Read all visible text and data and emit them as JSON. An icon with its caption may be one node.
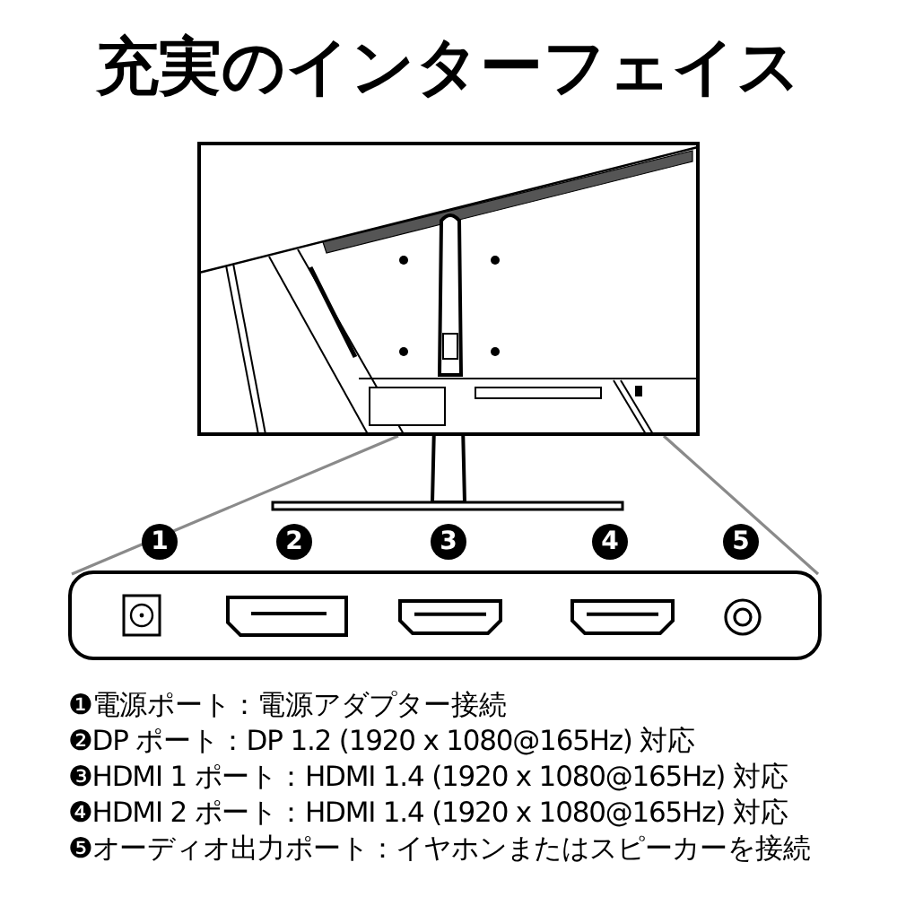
{
  "diagram": {
    "title": "充実のインターフェイス",
    "nodes": [
      {
        "text": [],
        "shape": "picture"
      },
      {
        "text": [],
        "shape": "box"
      },
      {
        "text": [
          "1"
        ]
      },
      {
        "text": [
          "2"
        ]
      },
      {
        "text": [
          "3"
        ]
      },
      {
        "text": [
          "4"
        ]
      },
      {
        "text": [
          "5"
        ]
      }
    ],
    "edges": [
      {
        "from": 0,
        "to": 1,
        "arrow": "none"
      },
      {
        "from": 0,
        "to": 1,
        "arrow": "none"
      }
    ],
    "labels": [
      "❶電源ポート：電源アダプター接続",
      "❷DP ポート：DP 1.2 (1920 x 1080@165Hz) 対応",
      "❸HDMI 1 ポート：HDMI 1.4 (1920 x 1080@165Hz) 対応",
      "❹HDMI 2 ポート：HDMI 1.4 (1920 x 1080@165Hz) 対応",
      "❺オーディオ出力ポート：イヤホンまたはスピーカーを接続"
    ]
  }
}
